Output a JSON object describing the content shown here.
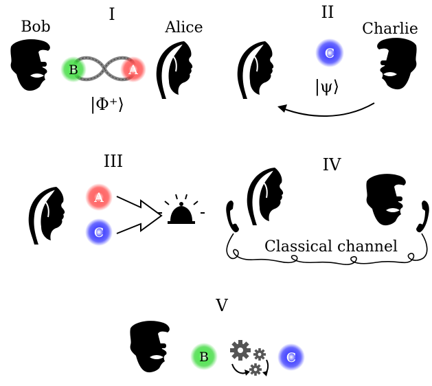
{
  "panels": {
    "I": {
      "label": "I"
    },
    "II": {
      "label": "II"
    },
    "III": {
      "label": "III"
    },
    "IV": {
      "label": "IV"
    },
    "V": {
      "label": "V"
    }
  },
  "names": {
    "bob": "Bob",
    "alice": "Alice",
    "charlie": "Charlie"
  },
  "qubits": {
    "A": "A",
    "B": "B",
    "C": "C"
  },
  "states": {
    "bell": "|Φ⁺⟩",
    "psi": "|ψ⟩"
  },
  "channel": {
    "label": "Classical channel"
  },
  "colors": {
    "qubit_A": "#ff4a4a",
    "qubit_B": "#3ddc3d",
    "qubit_C": "#3a3aff",
    "entanglement": "#888888",
    "ink": "#000000"
  },
  "icons": [
    "bob-bearded-man-icon",
    "alice-woman-profile-icon",
    "charlie-bearded-man-icon",
    "bell-icon",
    "phone-icon",
    "gears-icon",
    "infinity-entanglement-icon"
  ]
}
